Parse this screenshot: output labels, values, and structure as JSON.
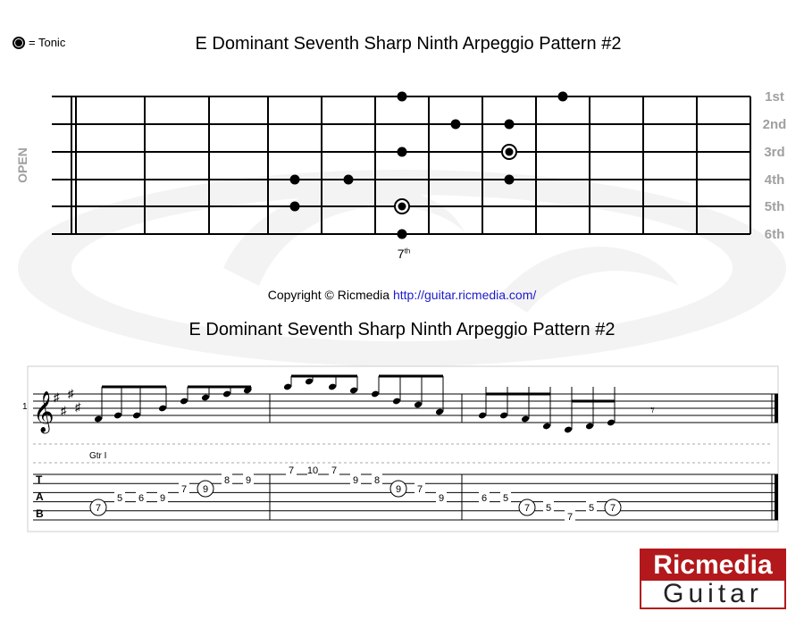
{
  "legend": {
    "label": "= Tonic"
  },
  "fretboard": {
    "title": "E Dominant Seventh Sharp Ninth Arpeggio Pattern #2",
    "open_label": "OPEN",
    "string_labels": [
      "1st",
      "2nd",
      "3rd",
      "4th",
      "5th",
      "6th"
    ],
    "fret_marker": {
      "number": "7",
      "suffix": "th"
    },
    "notes": [
      {
        "string": 1,
        "fret": 7,
        "tonic": false
      },
      {
        "string": 1,
        "fret": 10,
        "tonic": false
      },
      {
        "string": 2,
        "fret": 8,
        "tonic": false
      },
      {
        "string": 2,
        "fret": 9,
        "tonic": false
      },
      {
        "string": 3,
        "fret": 7,
        "tonic": false
      },
      {
        "string": 3,
        "fret": 9,
        "tonic": true
      },
      {
        "string": 4,
        "fret": 5,
        "tonic": false
      },
      {
        "string": 4,
        "fret": 6,
        "tonic": false
      },
      {
        "string": 4,
        "fret": 9,
        "tonic": false
      },
      {
        "string": 5,
        "fret": 5,
        "tonic": false
      },
      {
        "string": 5,
        "fret": 7,
        "tonic": true
      },
      {
        "string": 6,
        "fret": 7,
        "tonic": false
      }
    ]
  },
  "copyright": {
    "text": "Copyright © Ricmedia",
    "url": "http://guitar.ricmedia.com/"
  },
  "notation": {
    "title": "E Dominant Seventh Sharp Ninth Arpeggio Pattern #2",
    "measure_number": "1",
    "track_label": "Gtr I",
    "tab_letters": [
      "T",
      "A",
      "B"
    ],
    "rest_symbol": "𝄾",
    "tab_notes": [
      {
        "text": "7",
        "circled": true
      },
      {
        "text": "5",
        "circled": false
      },
      {
        "text": "6",
        "circled": false
      },
      {
        "text": "9",
        "circled": false
      },
      {
        "text": "7",
        "circled": false
      },
      {
        "text": "9",
        "circled": true
      },
      {
        "text": "8",
        "circled": false
      },
      {
        "text": "9",
        "circled": false
      },
      {
        "text": "7",
        "circled": false
      },
      {
        "text": "10",
        "circled": false
      },
      {
        "text": "7",
        "circled": false
      },
      {
        "text": "9",
        "circled": false
      },
      {
        "text": "8",
        "circled": false
      },
      {
        "text": "9",
        "circled": true
      },
      {
        "text": "7",
        "circled": false
      },
      {
        "text": "9",
        "circled": false
      },
      {
        "text": "6",
        "circled": false
      },
      {
        "text": "5",
        "circled": false
      },
      {
        "text": "7",
        "circled": true
      },
      {
        "text": "5",
        "circled": false
      },
      {
        "text": "7",
        "circled": false
      },
      {
        "text": "5",
        "circled": false
      },
      {
        "text": "7",
        "circled": true
      }
    ]
  },
  "logo": {
    "line1": "Ricmedia",
    "line2": "Guitar"
  },
  "colors": {
    "brand": "#b3191c",
    "link": "#1a1acc",
    "label_gray": "#a0a0a0"
  }
}
